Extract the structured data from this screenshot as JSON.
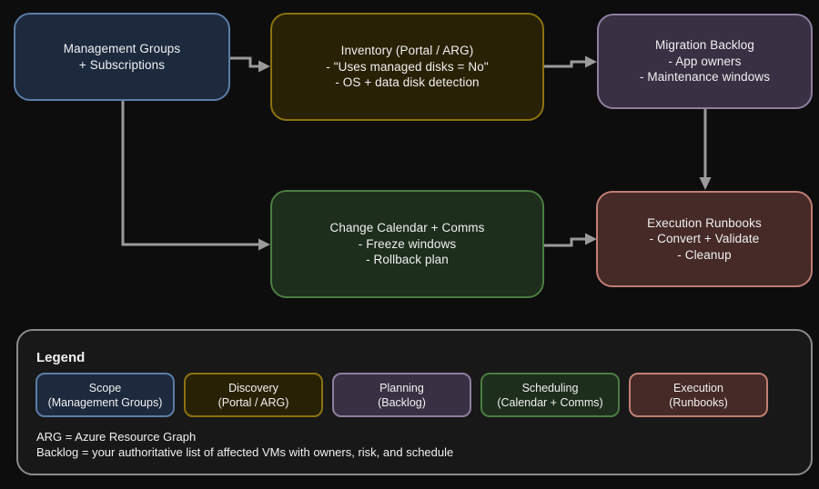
{
  "flow": {
    "nodes": [
      {
        "id": "scope",
        "lines": [
          "Management Groups",
          "+ Subscriptions"
        ],
        "fill": "#1d2a3e",
        "border": "#5b7da6"
      },
      {
        "id": "discovery",
        "lines": [
          "Inventory (Portal / ARG)",
          "- \"Uses managed disks = No\"",
          "- OS + data disk detection"
        ],
        "fill": "#292105",
        "border": "#8a7310"
      },
      {
        "id": "planning",
        "lines": [
          "Migration Backlog",
          "- App owners",
          "- Maintenance windows"
        ],
        "fill": "#393043",
        "border": "#8f7f9f"
      },
      {
        "id": "scheduling",
        "lines": [
          "Change Calendar + Comms",
          "- Freeze windows",
          "- Rollback plan"
        ],
        "fill": "#1d2e1c",
        "border": "#4b7d41"
      },
      {
        "id": "execution",
        "lines": [
          "Execution Runbooks",
          "- Convert + Validate",
          "- Cleanup"
        ],
        "fill": "#452a27",
        "border": "#c17e74"
      }
    ],
    "connector_color": "#9a9a9a"
  },
  "legend": {
    "title": "Legend",
    "items": [
      {
        "title": "Scope",
        "subtitle": "(Management Groups)",
        "fill": "#1d2a3e",
        "border": "#5b7da6"
      },
      {
        "title": "Discovery",
        "subtitle": "(Portal / ARG)",
        "fill": "#292105",
        "border": "#8a7310"
      },
      {
        "title": "Planning",
        "subtitle": "(Backlog)",
        "fill": "#393043",
        "border": "#8f7f9f"
      },
      {
        "title": "Scheduling",
        "subtitle": "(Calendar + Comms)",
        "fill": "#1d2e1c",
        "border": "#4b7d41"
      },
      {
        "title": "Execution",
        "subtitle": "(Runbooks)",
        "fill": "#452a27",
        "border": "#c17e74"
      }
    ],
    "notes": [
      "ARG = Azure Resource Graph",
      "Backlog = your authoritative list of affected VMs with owners, risk, and schedule"
    ]
  }
}
